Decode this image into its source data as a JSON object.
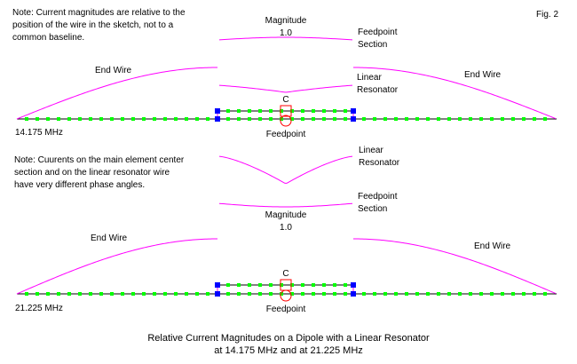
{
  "figure_label": "Fig. 2",
  "caption": {
    "line1": "Relative Current Magnitudes on a Dipole with a Linear Resonator",
    "line2": "at 14.175 MHz and at 21.225 MHz"
  },
  "panels": [
    {
      "frequency": "14.175 MHz",
      "note": [
        "Note:  Current magnitudes are relative to the",
        "position of the wire in the sketch, not to a",
        "common baseline."
      ],
      "magnitude_label": "Magnitude",
      "magnitude_value": "1.0",
      "feedpoint_section_label": [
        "Feedpoint",
        "Section"
      ],
      "linear_resonator_label": [
        "Linear",
        "Resonator"
      ],
      "end_wire_left_label": "End Wire",
      "end_wire_right_label": "End Wire",
      "capacitor_label": "C",
      "feedpoint_label": "Feedpoint",
      "curves": {
        "feedpoint_section": "slight arch, max at center",
        "linear_resonator": "shallow dip at center",
        "end_wires": "decreasing from inner end to zero at tips"
      }
    },
    {
      "frequency": "21.225 MHz",
      "note": [
        "Note:  Cuurents on the main element center",
        "section and on the linear resonator wire",
        "have very different phase angles."
      ],
      "magnitude_label": "Magnitude",
      "magnitude_value": "1.0",
      "feedpoint_section_label": [
        "Feedpoint",
        "Section"
      ],
      "linear_resonator_label": [
        "Linear",
        "Resonator"
      ],
      "end_wire_left_label": "End Wire",
      "end_wire_right_label": "End Wire",
      "capacitor_label": "C",
      "feedpoint_label": "Feedpoint",
      "curves": {
        "feedpoint_section": "slight dip at center",
        "linear_resonator": "sharp V dip at center",
        "end_wires": "decreasing from inner end to zero at tips"
      }
    }
  ],
  "colors": {
    "current_curve": "#ff00ff",
    "wire": "#000000",
    "segment_marker": "#00ff00",
    "junction_marker": "#0000ff",
    "capacitor_feed": "#ff0000"
  }
}
